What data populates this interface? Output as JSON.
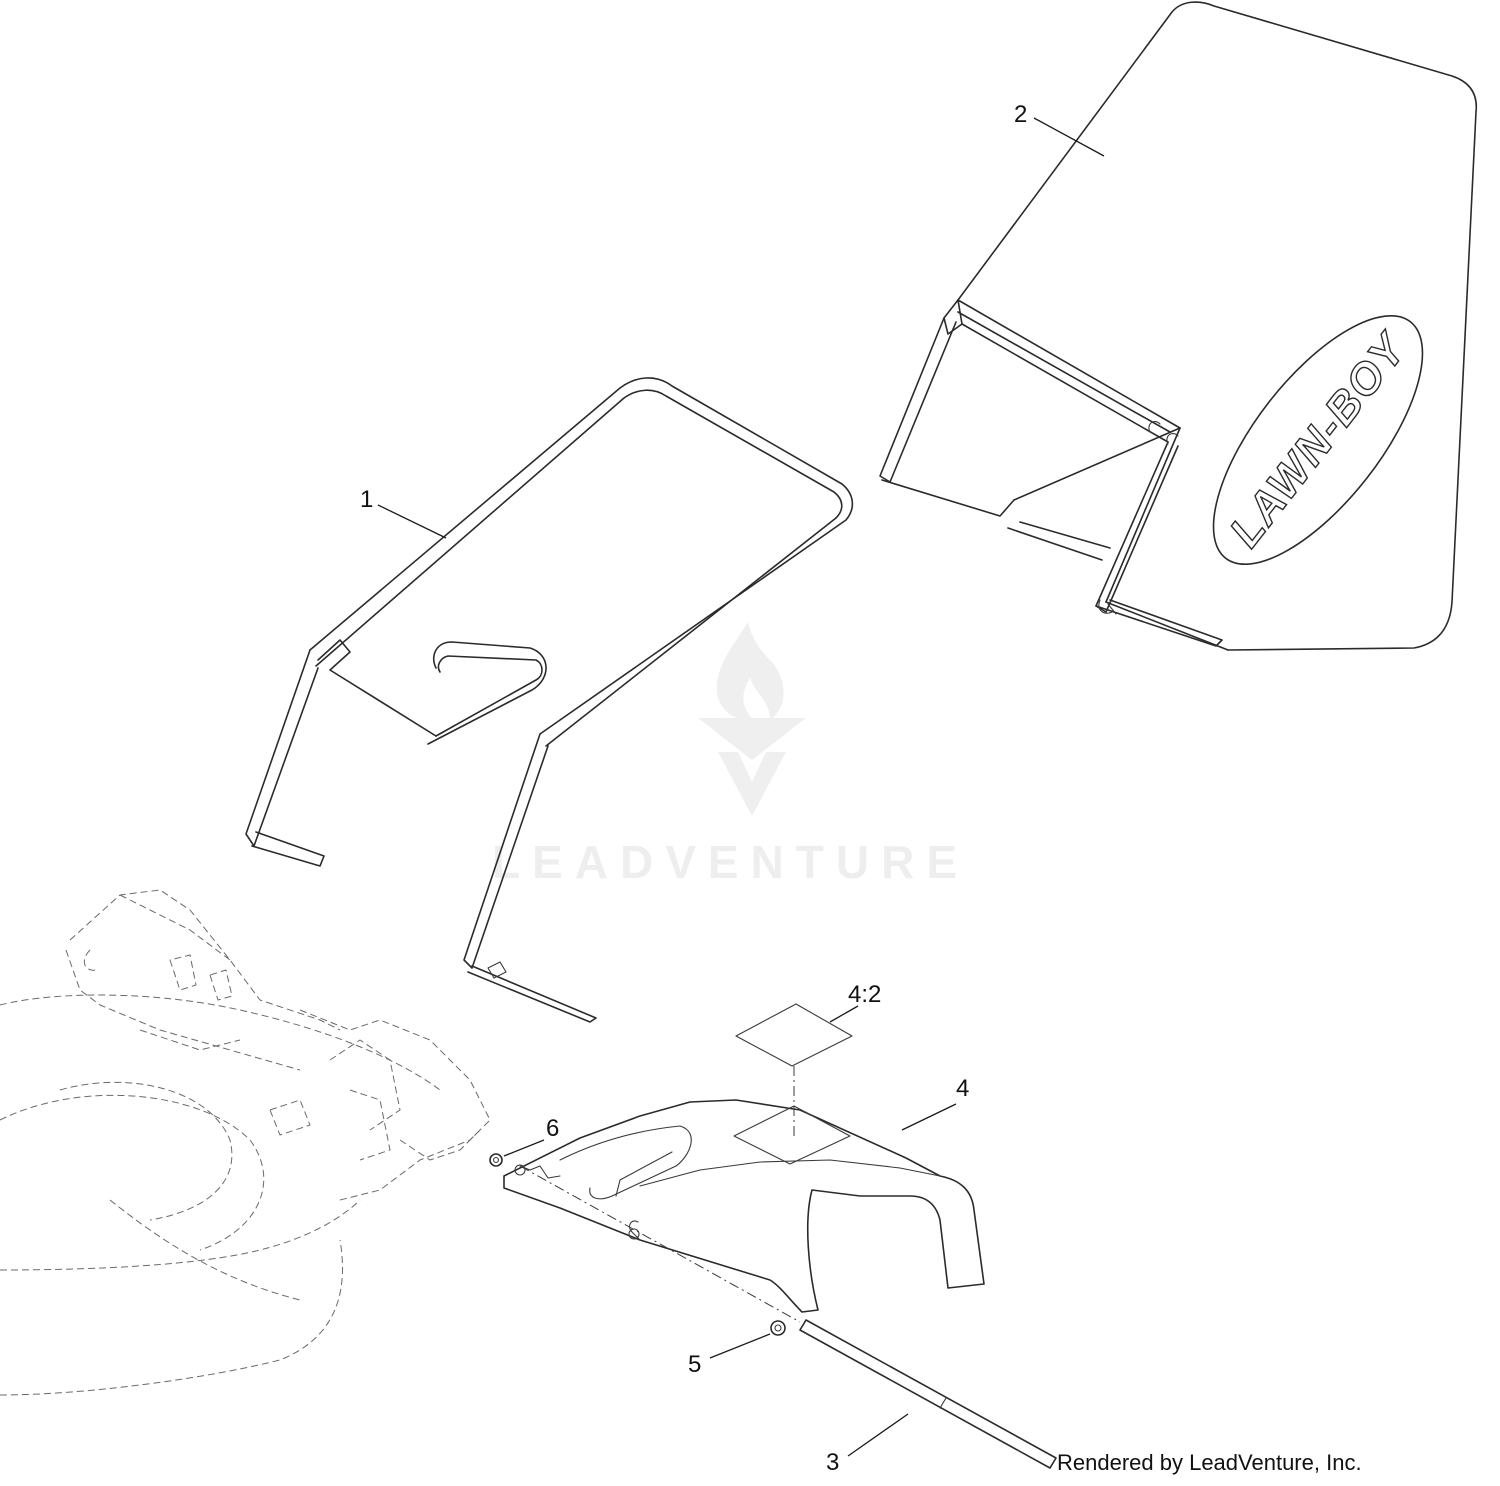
{
  "callouts": [
    {
      "id": "c1",
      "label": "1"
    },
    {
      "id": "c2",
      "label": "2"
    },
    {
      "id": "c3",
      "label": "3"
    },
    {
      "id": "c4",
      "label": "4"
    },
    {
      "id": "c42",
      "label": "4:2"
    },
    {
      "id": "c5",
      "label": "5"
    },
    {
      "id": "c6",
      "label": "6"
    }
  ],
  "bag_logo": "LAWN-BOY",
  "watermark": "LEADVENTURE",
  "credit": "Rendered by LeadVenture, Inc.",
  "colors": {
    "line": "#2b2b2b",
    "watermark": "#eeeeee"
  }
}
